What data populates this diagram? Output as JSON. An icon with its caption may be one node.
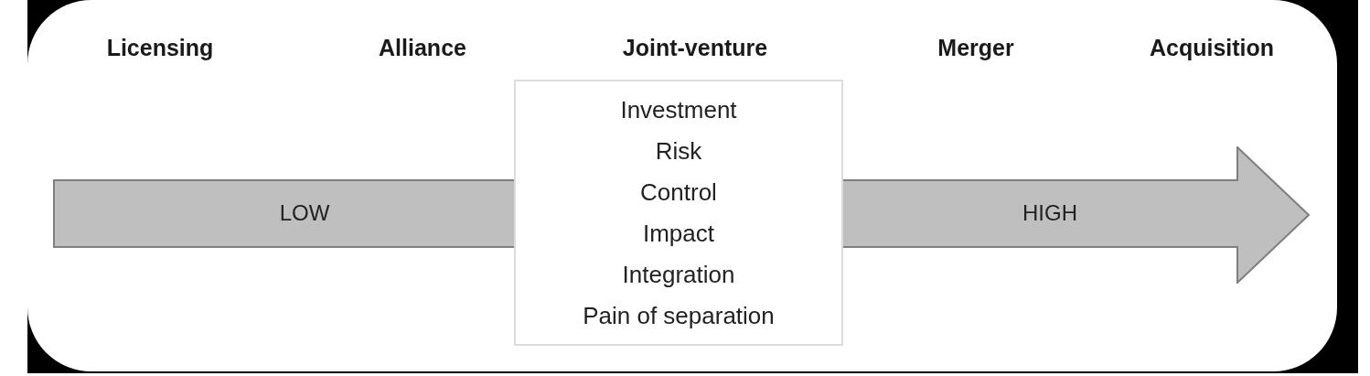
{
  "diagram": {
    "nodes": [
      {
        "text": [
          "LOW",
          "HIGH"
        ]
      },
      {
        "text": [
          "Investment",
          "Risk",
          "Control",
          "Impact",
          "Integration",
          "Pain of separation"
        ]
      }
    ],
    "labels": [
      "Licensing",
      "Alliance",
      "Joint-venture",
      "Merger",
      "Acquisition"
    ]
  }
}
